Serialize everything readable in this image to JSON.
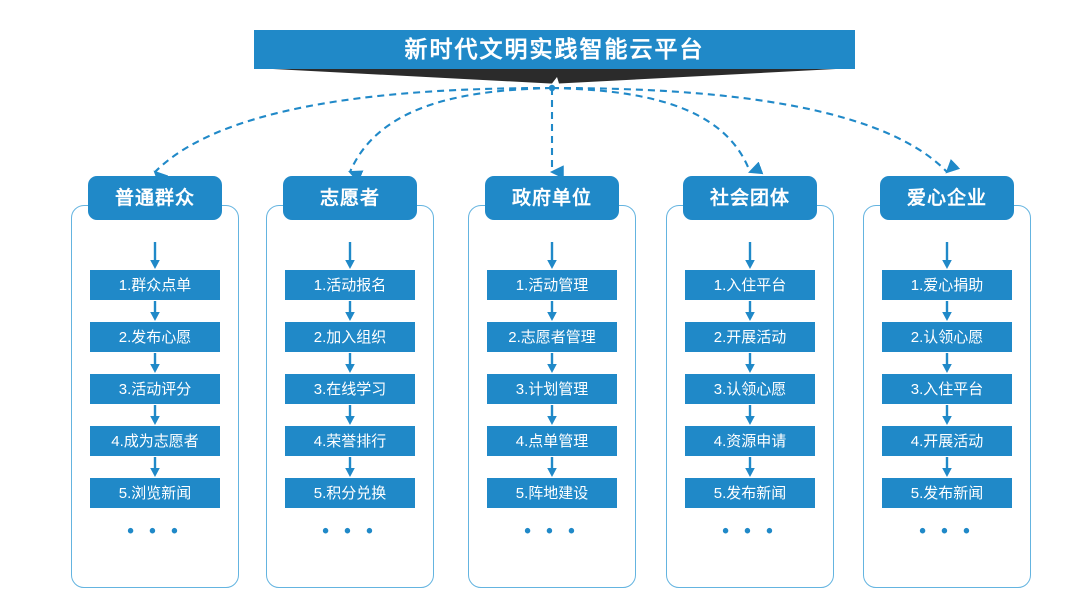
{
  "diagram": {
    "title": "新时代文明实践智能云平台",
    "ellipsis": "• • •",
    "colors": {
      "primary_blue": "#2089c8",
      "border_blue": "#64b4e0",
      "shadow_dark": "#2b2b2b",
      "background": "#ffffff",
      "text_on_blue": "#ffffff"
    },
    "columns": [
      {
        "header": "普通群众",
        "items": [
          "1.群众点单",
          "2.发布心愿",
          "3.活动评分",
          "4.成为志愿者",
          "5.浏览新闻"
        ]
      },
      {
        "header": "志愿者",
        "items": [
          "1.活动报名",
          "2.加入组织",
          "3.在线学习",
          "4.荣誉排行",
          "5.积分兑换"
        ]
      },
      {
        "header": "政府单位",
        "items": [
          "1.活动管理",
          "2.志愿者管理",
          "3.计划管理",
          "4.点单管理",
          "5.阵地建设"
        ]
      },
      {
        "header": "社会团体",
        "items": [
          "1.入住平台",
          "2.开展活动",
          "3.认领心愿",
          "4.资源申请",
          "5.发布新闻"
        ]
      },
      {
        "header": "爱心企业",
        "items": [
          "1.爱心捐助",
          "2.认领心愿",
          "3.入住平台",
          "4.开展活动",
          "5.发布新闻"
        ]
      }
    ]
  }
}
